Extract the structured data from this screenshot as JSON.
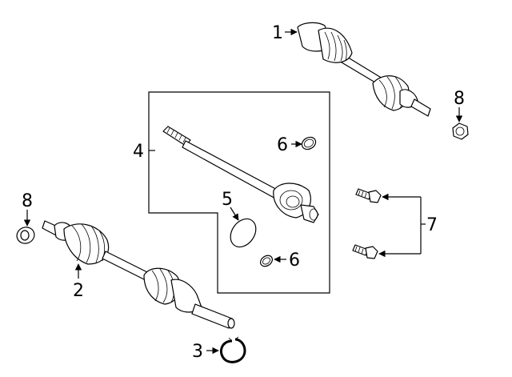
{
  "diagram": {
    "callouts": {
      "c1": "1",
      "c2": "2",
      "c3": "3",
      "c4": "4",
      "c5": "5",
      "c6a": "6",
      "c6b": "6",
      "c7": "7",
      "c8a": "8",
      "c8b": "8"
    }
  }
}
